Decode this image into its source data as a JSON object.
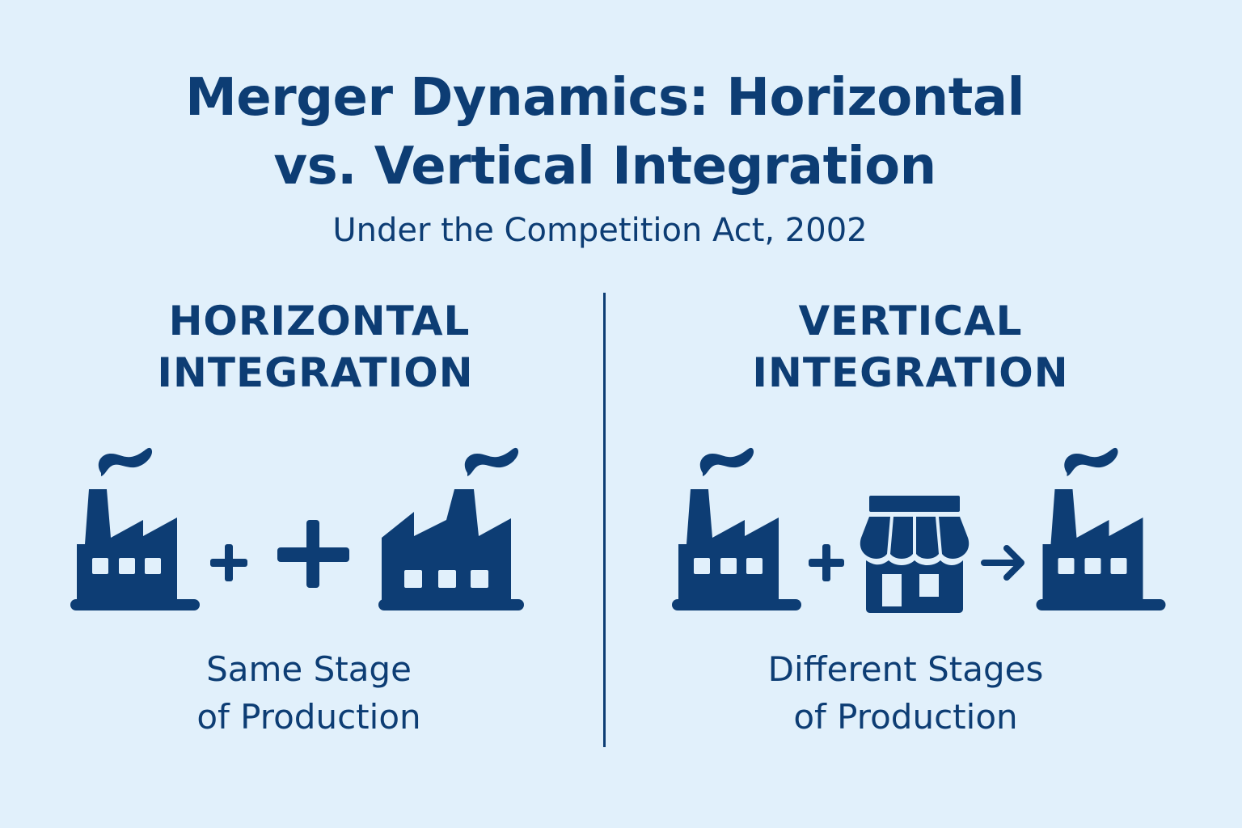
{
  "title": {
    "line1": "Merger Dynamics: Horizontal",
    "line2": "vs. Vertical Integration"
  },
  "subtitle": "Under the Competition Act, 2002",
  "horizontal": {
    "heading_line1": "HORIZONTAL",
    "heading_line2": "INTEGRATION",
    "caption_line1": "Same Stage",
    "caption_line2": "of Production",
    "icons": [
      "factory-icon",
      "plus-icon",
      "plus-icon",
      "factory-icon"
    ]
  },
  "vertical": {
    "heading_line1": "VERTICAL",
    "heading_line2": "INTEGRATION",
    "caption_line1": "Different Stages",
    "caption_line2": "of Production",
    "icons": [
      "factory-icon",
      "plus-icon",
      "store-icon",
      "arrow-right-icon",
      "factory-icon"
    ]
  },
  "colors": {
    "background": "#e1f0fb",
    "primary": "#0d3d74"
  }
}
